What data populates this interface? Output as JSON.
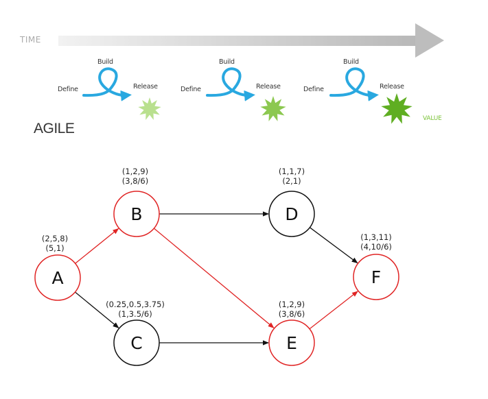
{
  "agile": {
    "time_label": "TIME",
    "title": "AGILE",
    "value_label": "VALUE",
    "cycles": [
      {
        "build": "Build",
        "define": "Define",
        "release": "Release"
      },
      {
        "build": "Build",
        "define": "Define",
        "release": "Release"
      },
      {
        "build": "Build",
        "define": "Define",
        "release": "Release"
      }
    ]
  },
  "network": {
    "nodes": [
      {
        "id": "A",
        "label": "A",
        "critical": true,
        "annotation": [
          "(2,5,8)",
          "(5,1)"
        ]
      },
      {
        "id": "B",
        "label": "B",
        "critical": true,
        "annotation": [
          "(1,2,9)",
          "(3,8/6)"
        ]
      },
      {
        "id": "C",
        "label": "C",
        "critical": false,
        "annotation": [
          "(0.25,0.5,3.75)",
          "(1,3.5/6)"
        ]
      },
      {
        "id": "D",
        "label": "D",
        "critical": false,
        "annotation": [
          "(1,1,7)",
          "(2,1)"
        ]
      },
      {
        "id": "E",
        "label": "E",
        "critical": true,
        "annotation": [
          "(1,2,9)",
          "(3,8/6)"
        ]
      },
      {
        "id": "F",
        "label": "F",
        "critical": true,
        "annotation": [
          "(1,3,11)",
          "(4,10/6)"
        ]
      }
    ],
    "edges": [
      {
        "from": "A",
        "to": "B",
        "critical": true
      },
      {
        "from": "A",
        "to": "C",
        "critical": false
      },
      {
        "from": "B",
        "to": "D",
        "critical": false
      },
      {
        "from": "B",
        "to": "E",
        "critical": true
      },
      {
        "from": "C",
        "to": "E",
        "critical": false
      },
      {
        "from": "D",
        "to": "F",
        "critical": false
      },
      {
        "from": "E",
        "to": "F",
        "critical": true
      }
    ]
  },
  "colors": {
    "critical": "#e02424",
    "normal": "#111111",
    "cycle_arrow": "#29a8e0",
    "star_light": "#b9e08e",
    "star_mid": "#8cc850",
    "star_dark": "#5fae22",
    "time_arrow": "#c4c4c4"
  }
}
